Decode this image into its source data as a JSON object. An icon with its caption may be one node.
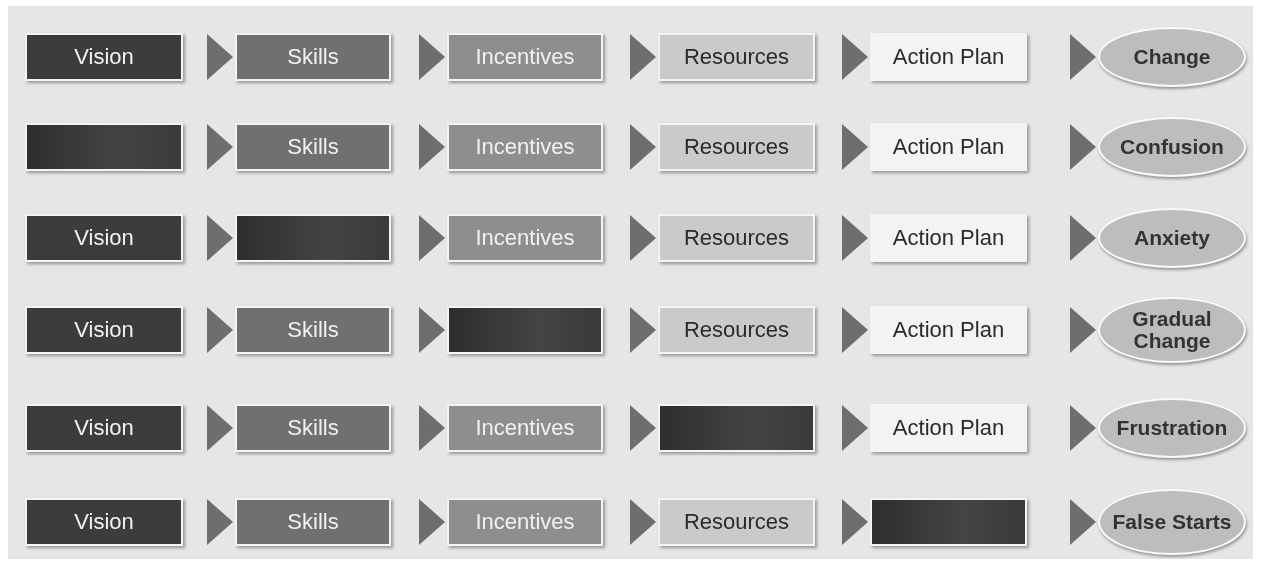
{
  "diagram": {
    "nodes": [
      {
        "text": [
          "Vision"
        ]
      },
      {
        "text": [
          "Skills"
        ]
      },
      {
        "text": [
          "Incentives"
        ]
      },
      {
        "text": [
          "Resources"
        ]
      },
      {
        "text": [
          "Action Plan"
        ]
      },
      {
        "text": [
          "Change"
        ]
      },
      {
        "text": [],
        "shape": "box"
      },
      {
        "text": [
          "Skills"
        ]
      },
      {
        "text": [
          "Incentives"
        ]
      },
      {
        "text": [
          "Resources"
        ]
      },
      {
        "text": [
          "Action Plan"
        ]
      },
      {
        "text": [
          "Confusion"
        ]
      },
      {
        "text": [
          "Vision"
        ]
      },
      {
        "text": [],
        "shape": "box"
      },
      {
        "text": [
          "Incentives"
        ]
      },
      {
        "text": [
          "Resources"
        ]
      },
      {
        "text": [
          "Action Plan"
        ]
      },
      {
        "text": [
          "Anxiety"
        ]
      },
      {
        "text": [
          "Vision"
        ]
      },
      {
        "text": [
          "Skills"
        ]
      },
      {
        "text": [],
        "shape": "box"
      },
      {
        "text": [
          "Resources"
        ]
      },
      {
        "text": [
          "Action Plan"
        ]
      },
      {
        "text": [
          "Gradual Change"
        ]
      },
      {
        "text": [
          "Vision"
        ]
      },
      {
        "text": [
          "Skills"
        ]
      },
      {
        "text": [
          "Incentives"
        ]
      },
      {
        "text": [],
        "shape": "box"
      },
      {
        "text": [
          "Action Plan"
        ]
      },
      {
        "text": [
          "Frustration"
        ]
      },
      {
        "text": [
          "Vision"
        ]
      },
      {
        "text": [
          "Skills"
        ]
      },
      {
        "text": [
          "Incentives"
        ]
      },
      {
        "text": [
          "Resources"
        ]
      },
      {
        "text": [],
        "shape": "box"
      },
      {
        "text": [
          "False Starts"
        ]
      }
    ],
    "edges": [
      {
        "from": 0,
        "to": 1,
        "arrow": "to"
      },
      {
        "from": 1,
        "to": 2,
        "arrow": "to"
      },
      {
        "from": 2,
        "to": 3,
        "arrow": "to"
      },
      {
        "from": 3,
        "to": 4,
        "arrow": "to"
      },
      {
        "from": 4,
        "to": 5,
        "arrow": "to"
      },
      {
        "from": 6,
        "to": 7,
        "arrow": "to"
      },
      {
        "from": 7,
        "to": 8,
        "arrow": "to"
      },
      {
        "from": 8,
        "to": 9,
        "arrow": "to"
      },
      {
        "from": 9,
        "to": 10,
        "arrow": "to"
      },
      {
        "from": 10,
        "to": 11,
        "arrow": "to"
      },
      {
        "from": 12,
        "to": 13,
        "arrow": "to"
      },
      {
        "from": 13,
        "to": 14,
        "arrow": "to"
      },
      {
        "from": 14,
        "to": 15,
        "arrow": "to"
      },
      {
        "from": 15,
        "to": 16,
        "arrow": "to"
      },
      {
        "from": 16,
        "to": 17,
        "arrow": "to"
      },
      {
        "from": 18,
        "to": 19,
        "arrow": "to"
      },
      {
        "from": 19,
        "to": 20,
        "arrow": "to"
      },
      {
        "from": 20,
        "to": 21,
        "arrow": "to"
      },
      {
        "from": 21,
        "to": 22,
        "arrow": "to"
      },
      {
        "from": 22,
        "to": 23,
        "arrow": "to"
      },
      {
        "from": 24,
        "to": 25,
        "arrow": "to"
      },
      {
        "from": 25,
        "to": 26,
        "arrow": "to"
      },
      {
        "from": 26,
        "to": 27,
        "arrow": "to"
      },
      {
        "from": 27,
        "to": 28,
        "arrow": "to"
      },
      {
        "from": 28,
        "to": 29,
        "arrow": "to"
      },
      {
        "from": 30,
        "to": 31,
        "arrow": "to"
      },
      {
        "from": 31,
        "to": 32,
        "arrow": "to"
      },
      {
        "from": 32,
        "to": 33,
        "arrow": "to"
      },
      {
        "from": 33,
        "to": 34,
        "arrow": "to"
      },
      {
        "from": 34,
        "to": 35,
        "arrow": "to"
      }
    ]
  }
}
